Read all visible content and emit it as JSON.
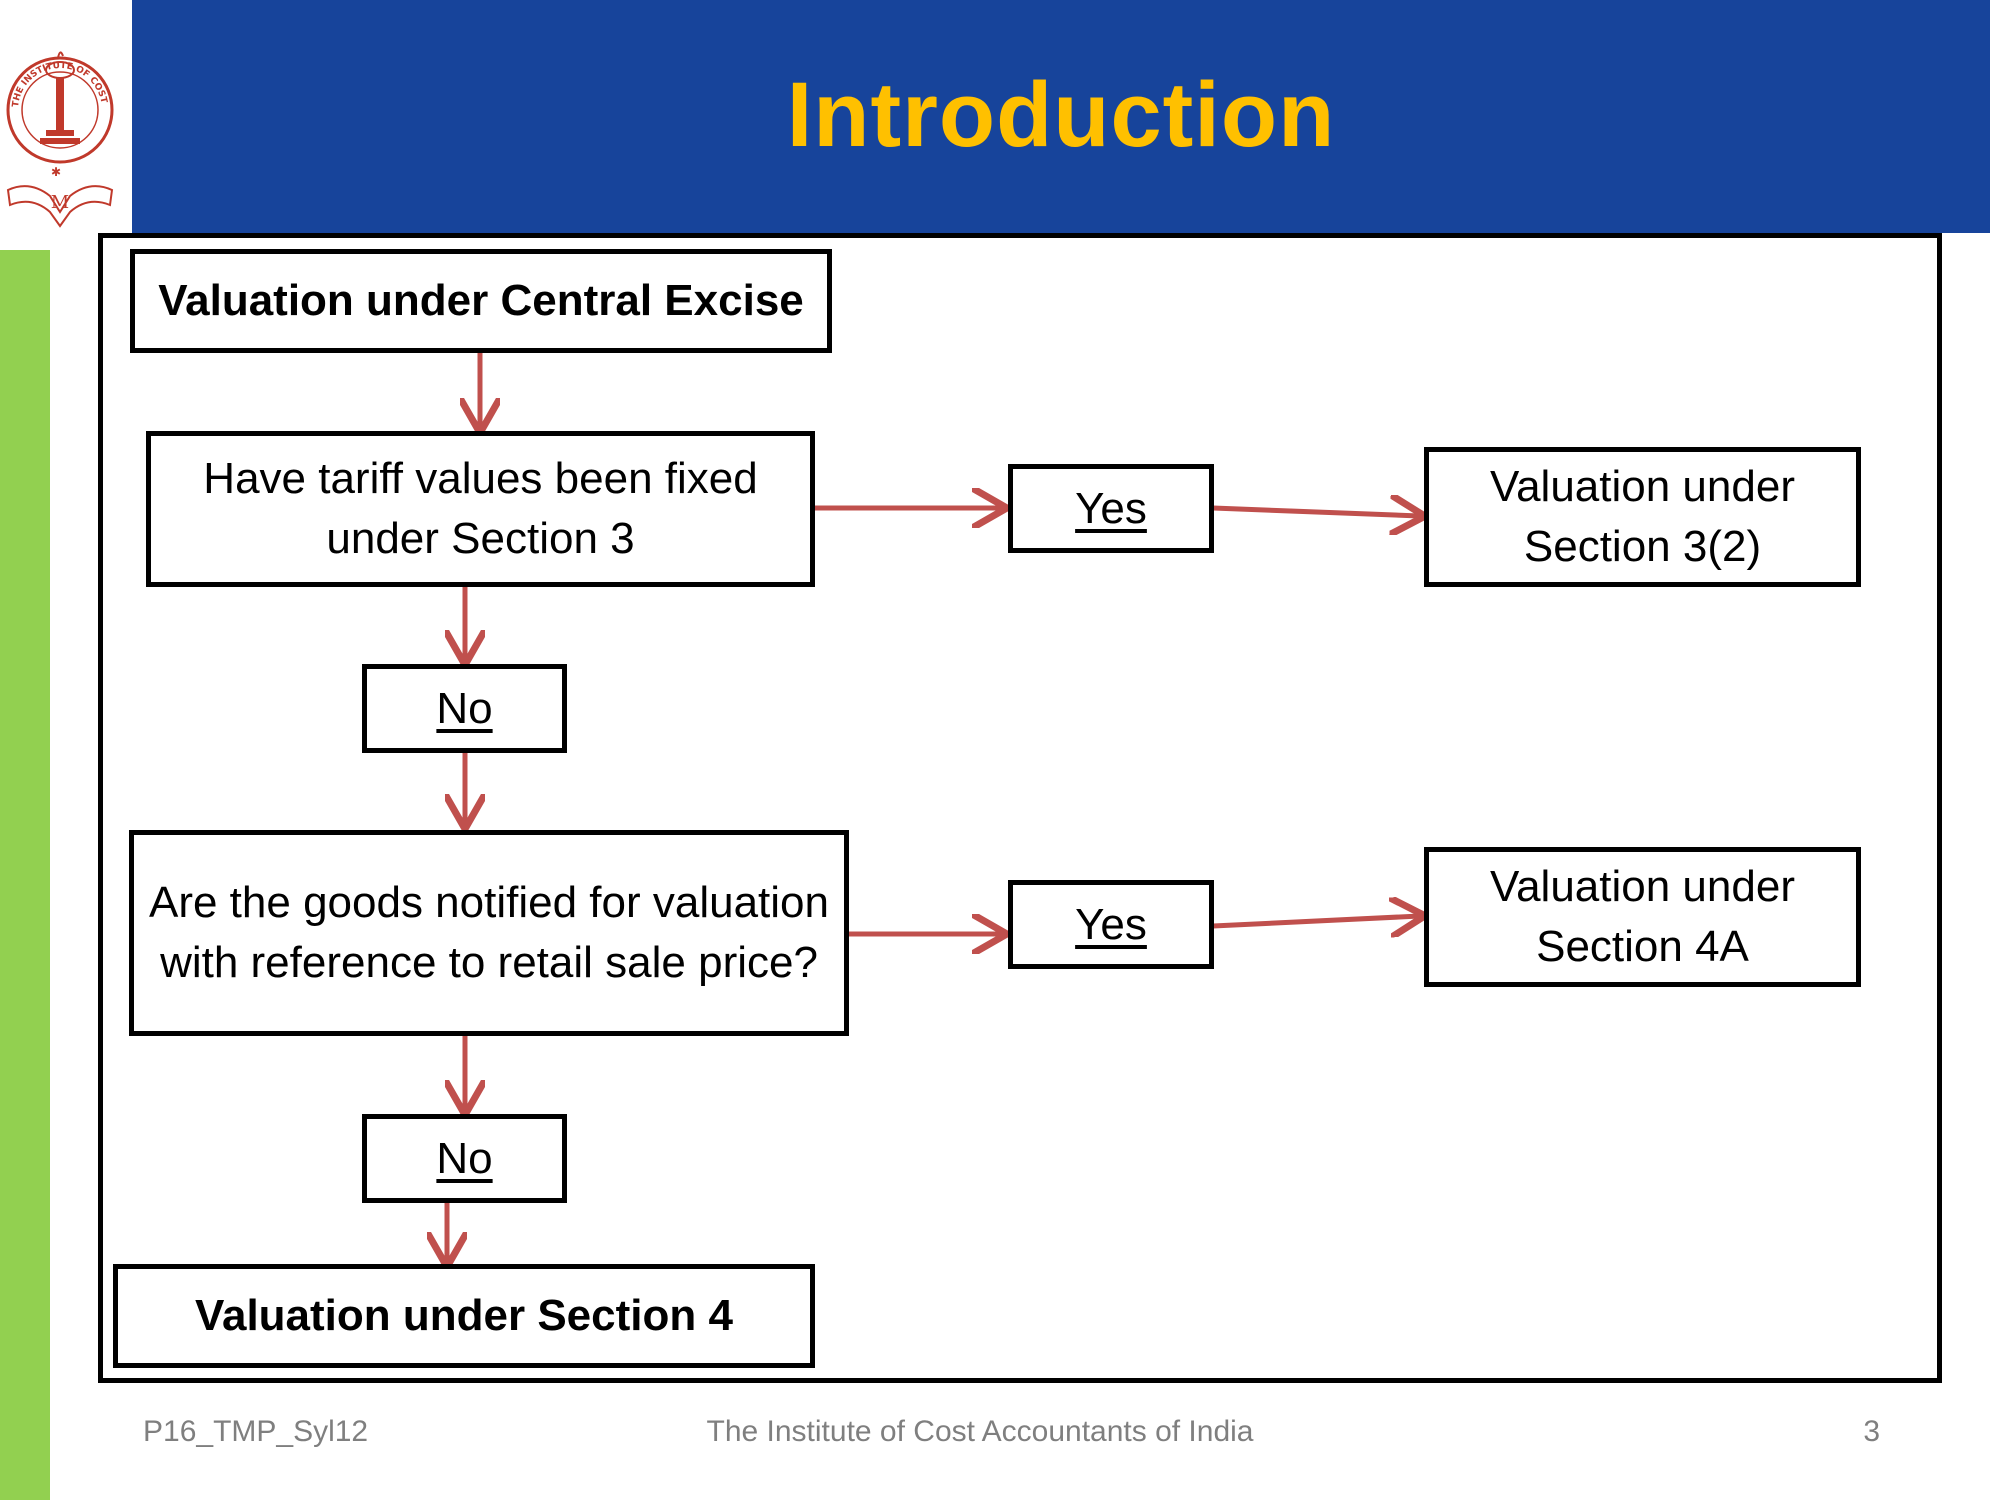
{
  "header": {
    "title": "Introduction",
    "bar_color": "#17449b",
    "title_color": "#ffc000"
  },
  "logo": {
    "icon": "institute-seal-icon",
    "text": "THE INSTITUTE OF COST ACCOUNTANTS OF INDIA"
  },
  "flowchart": {
    "start": "Valuation under Central Excise",
    "q1": "Have tariff values been fixed under Section 3",
    "q1_yes": "Yes",
    "q1_yes_result": "Valuation under Section 3(2)",
    "q1_no": "No",
    "q2": "Are the goods notified for valuation with reference to retail sale price?",
    "q2_yes": "Yes",
    "q2_yes_result": "Valuation under Section 4A",
    "q2_no": "No",
    "end": "Valuation under Section 4",
    "arrow_color": "#c0504d"
  },
  "footer": {
    "left": "P16_TMP_Syl12",
    "center": "The Institute of Cost Accountants of India",
    "page": "3"
  }
}
